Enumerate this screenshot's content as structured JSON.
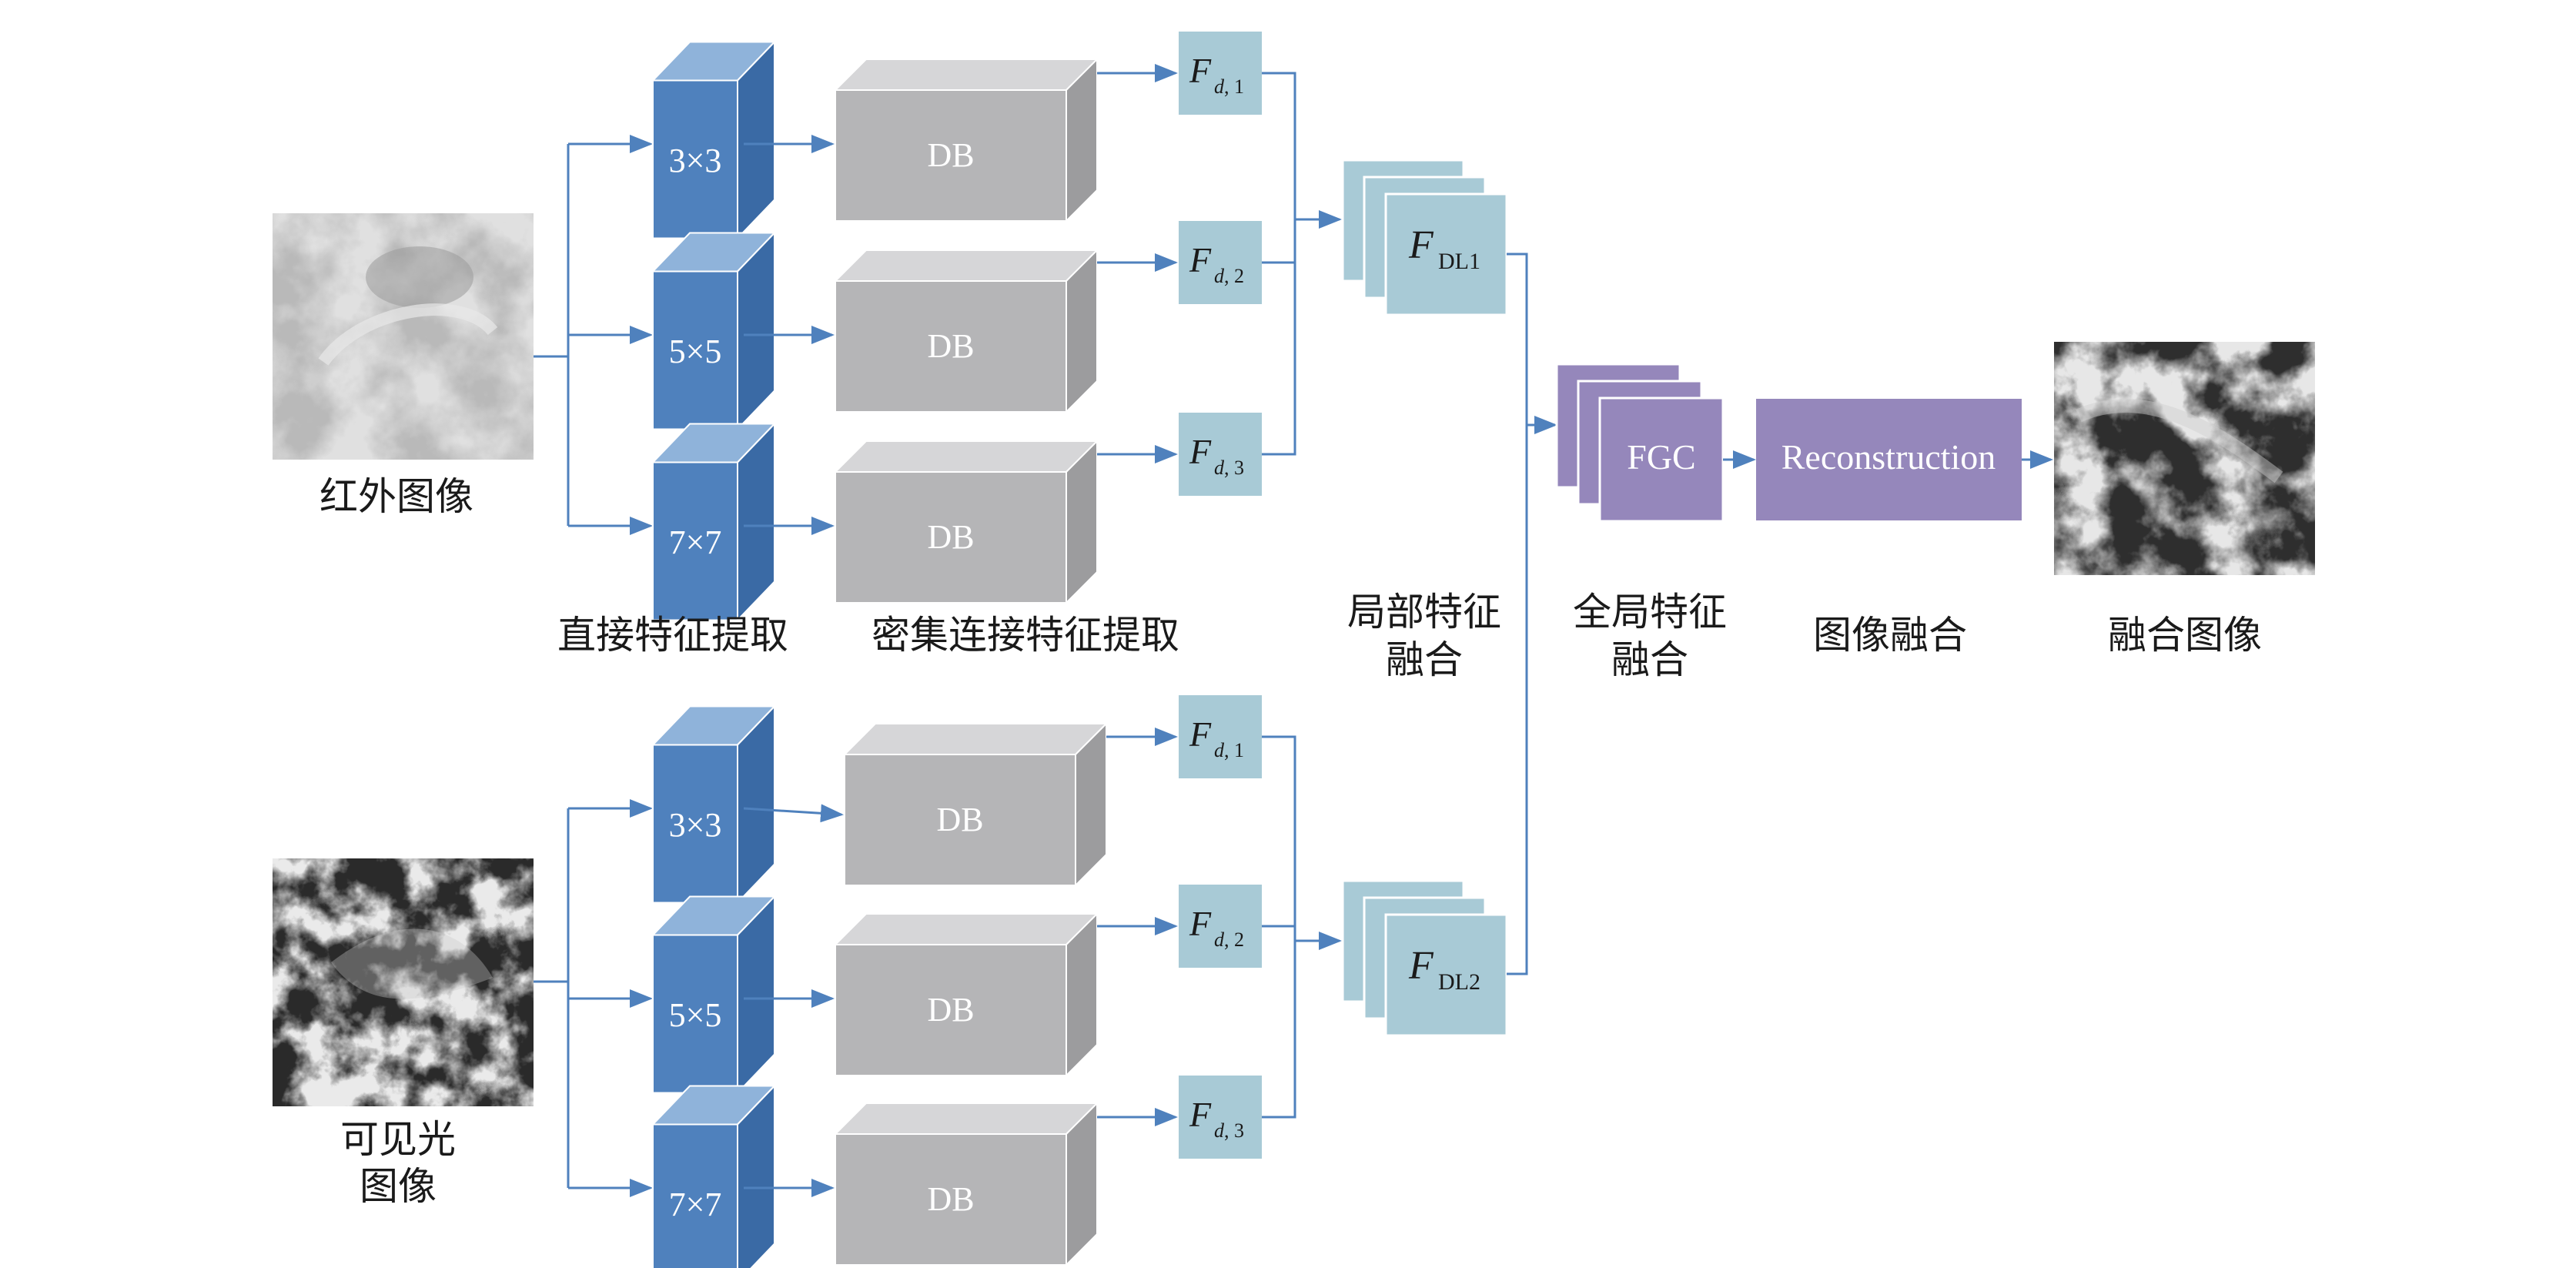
{
  "inputs": {
    "infrared_label": "红外图像",
    "visible_label_line1": "可见光",
    "visible_label_line2": "图像"
  },
  "conv_kernels": [
    "3×3",
    "5×5",
    "7×7"
  ],
  "dense_block_label": "DB",
  "feature_maps": {
    "symbol": "F",
    "subscript_prefix": "d,",
    "indices": [
      "1",
      "2",
      "3"
    ]
  },
  "local_fusion": {
    "symbol": "F",
    "top_subscript": "DL1",
    "bottom_subscript": "DL2"
  },
  "global_fusion_label": "FGC",
  "reconstruction_label": "Reconstruction",
  "stage_labels": {
    "direct_extraction": "直接特征提取",
    "dense_extraction": "密集连接特征提取",
    "local_fusion_line1": "局部特征",
    "local_fusion_line2": "融合",
    "global_fusion_line1": "全局特征",
    "global_fusion_line2": "融合",
    "image_fusion": "图像融合",
    "fused_image": "融合图像"
  },
  "colors": {
    "conv_front": "#4f81bd",
    "conv_top": "#8fb3da",
    "conv_side": "#3a6aa5",
    "db_front": "#b5b5b7",
    "db_top": "#d6d6d8",
    "db_side": "#9c9c9e",
    "feat_fill": "#a8cad6",
    "purple": "#9587bb",
    "arrow": "#4f81bd"
  }
}
